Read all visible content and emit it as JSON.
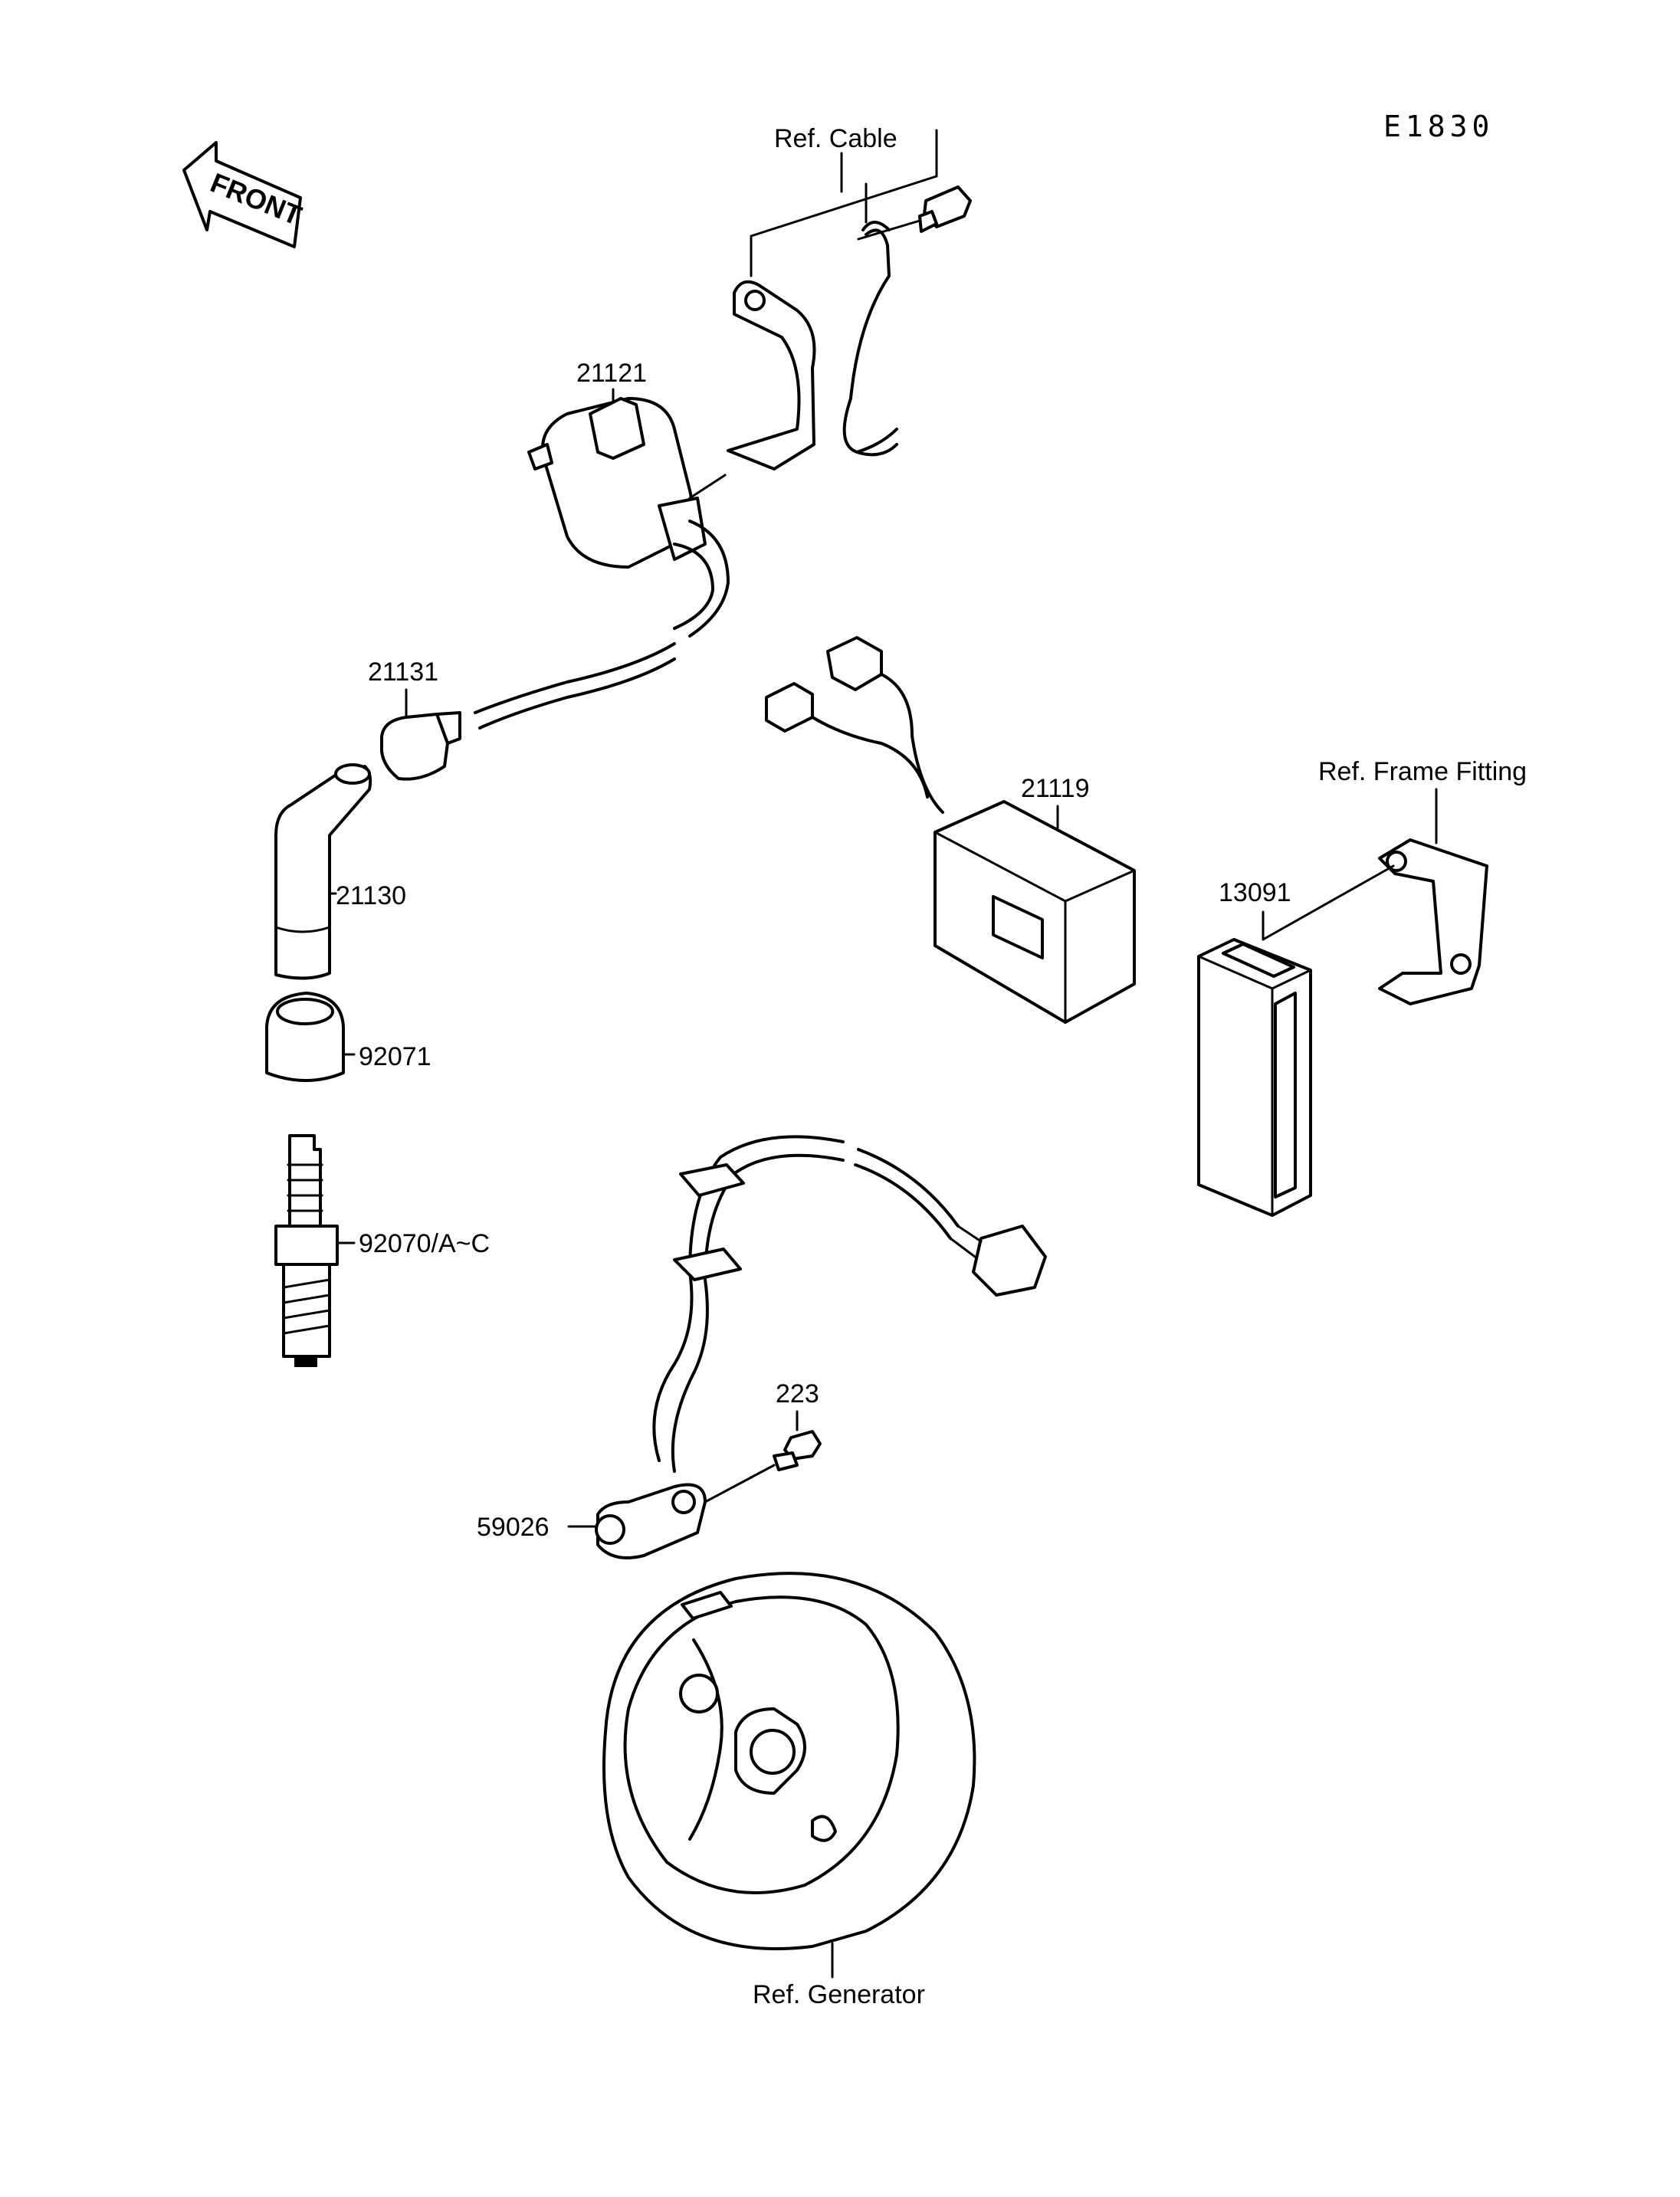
{
  "diagram": {
    "code": "E1830",
    "front_label": "FRONT",
    "callouts": {
      "ref_cable": "Ref. Cable",
      "p21121": "21121",
      "p21131": "21131",
      "p21130": "21130",
      "p92071": "92071",
      "p92070": "92070/A~C",
      "p21119": "21119",
      "ref_frame_fitting": "Ref. Frame Fitting",
      "p13091": "13091",
      "p223": "223",
      "p59026": "59026",
      "ref_generator": "Ref. Generator"
    }
  }
}
